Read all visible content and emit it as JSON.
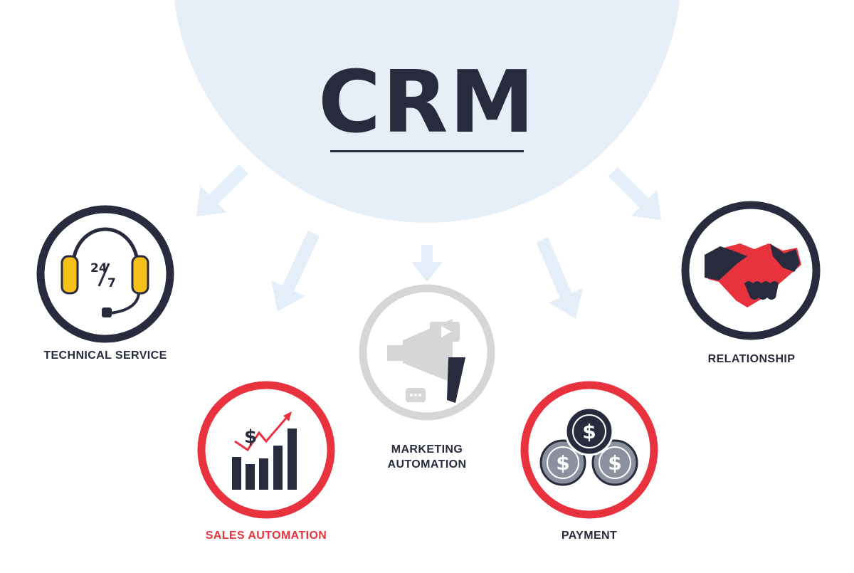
{
  "title": "CRM",
  "nodes": [
    {
      "key": "technical",
      "label": "TECHNICAL SERVICE",
      "icon": "headset-24-7-icon",
      "ring": "#272b3d"
    },
    {
      "key": "sales",
      "label": "SALES AUTOMATION",
      "icon": "sales-growth-chart-icon",
      "ring": "#e8333f"
    },
    {
      "key": "marketing",
      "label_line1": "MARKETING",
      "label_line2": "AUTOMATION",
      "icon": "megaphone-icon",
      "ring": "#d6d6d6"
    },
    {
      "key": "payment",
      "label": "PAYMENT",
      "icon": "coins-icon",
      "ring": "#e8333f"
    },
    {
      "key": "relationship",
      "label": "RELATIONSHIP",
      "icon": "handshake-icon",
      "ring": "#272b3d"
    }
  ],
  "icon_text": {
    "headset_24": "24",
    "headset_7": "7",
    "dollar": "$"
  },
  "colors": {
    "navy": "#272b3d",
    "red": "#e8333f",
    "bubble": "#e6eff8",
    "arrow": "#e3eef8",
    "yellow": "#f6c01a",
    "grey": "#d6d6d6",
    "coin_grey": "#8a909e"
  }
}
